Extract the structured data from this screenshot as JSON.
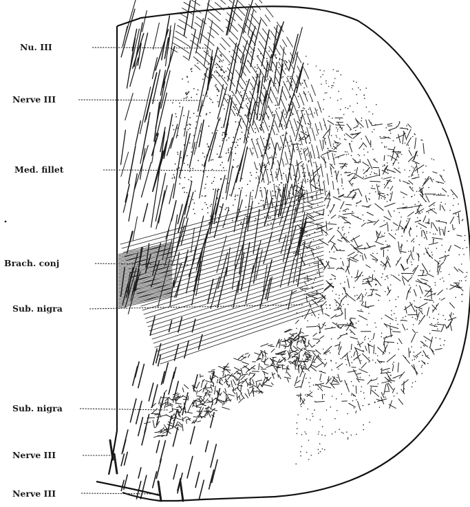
{
  "labels": [
    {
      "id": "nu-iii",
      "text": "Nu. III"
    },
    {
      "id": "nerve-iii-upper",
      "text": "Nerve III"
    },
    {
      "id": "med-fillet",
      "text": "Med. fillet"
    },
    {
      "id": "brach-conj",
      "text": "Brach. conj"
    },
    {
      "id": "sub-nigra-upper",
      "text": "Sub. nigra"
    },
    {
      "id": "sub-nigra-lower",
      "text": "Sub. nigra"
    },
    {
      "id": "nerve-iii-lower-1",
      "text": "Nerve III"
    },
    {
      "id": "nerve-iii-lower-2",
      "text": "Nerve III"
    }
  ],
  "colors": {
    "ink": "#1a1a1a",
    "paper": "#ffffff"
  }
}
